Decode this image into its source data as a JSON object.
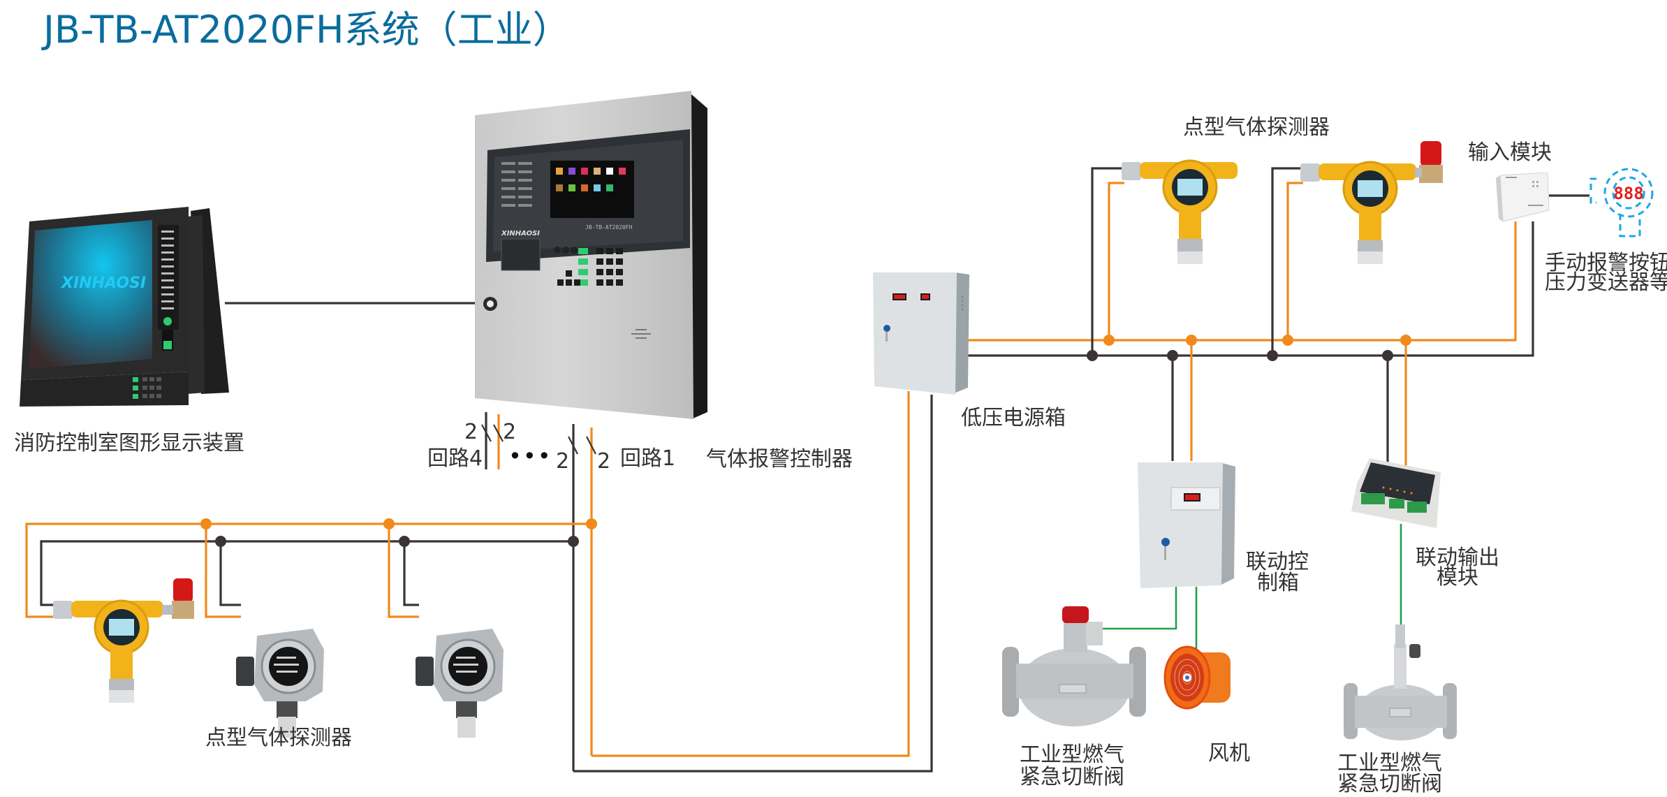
{
  "title": "JB-TB-AT2020FH系统（工业）",
  "colors": {
    "title": "#0a6c9c",
    "power_wire": "#f08a1c",
    "signal_wire": "#3a3434",
    "linkage_wire": "#1fa24a",
    "label": "#333333"
  },
  "devices": {
    "graphic_display": {
      "label": "消防控制室图形显示装置",
      "brand": "XINHAOSI"
    },
    "controller": {
      "label": "气体报警控制器",
      "model": "JB-TB-AT2020FH",
      "brand": "XINHAOSI"
    },
    "low_voltage_power_box": {
      "label": "低压电源箱"
    },
    "top_detectors": {
      "label": "点型气体探测器"
    },
    "input_module": {
      "label": "输入模块"
    },
    "manual_button": {
      "label_line1": "手动报警按钮",
      "label_line2": "压力变送器等",
      "display": "888"
    },
    "linkage_control_box": {
      "label_line1": "联动控",
      "label_line2": "制箱"
    },
    "linkage_output_module": {
      "label_line1": "联动输出",
      "label_line2": "模块"
    },
    "valve_left": {
      "label_line1": "工业型燃气",
      "label_line2": "紧急切断阀"
    },
    "fan": {
      "label": "风机"
    },
    "valve_right": {
      "label_line1": "工业型燃气",
      "label_line2": "紧急切断阀"
    },
    "bottom_detectors": {
      "label": "点型气体探测器"
    }
  },
  "loops": {
    "loop4": {
      "label": "回路4",
      "wire_count_a": "2",
      "wire_count_b": "2"
    },
    "ellipsis": "•••",
    "loop1": {
      "label": "回路1",
      "wire_count_a": "2",
      "wire_count_b": "2"
    }
  }
}
